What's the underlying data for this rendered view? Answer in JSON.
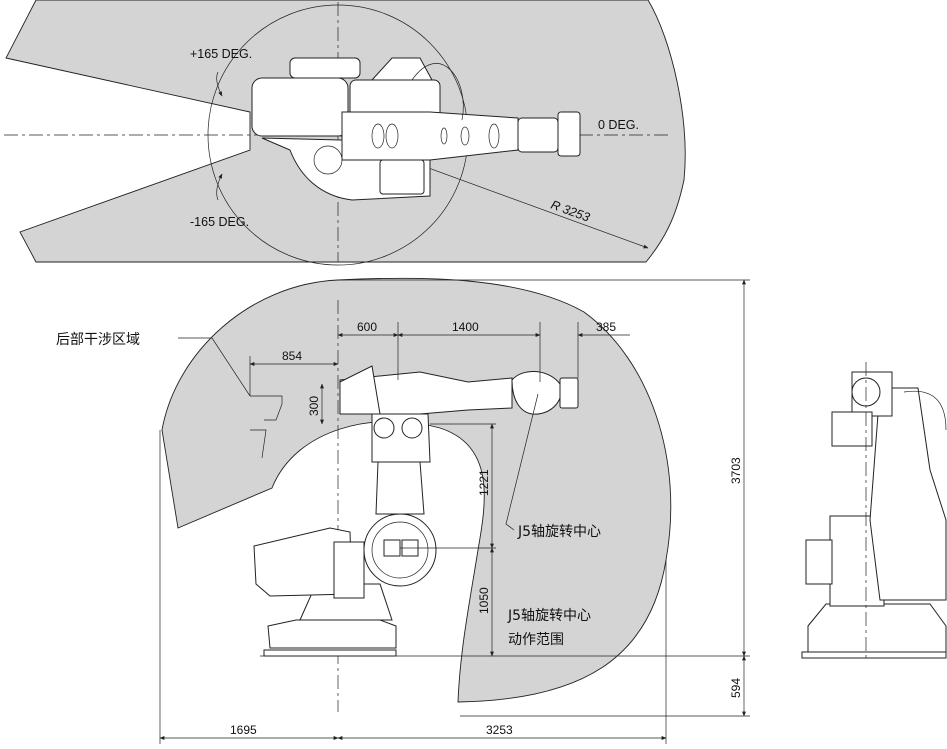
{
  "top_view": {
    "angle_positive": "+165 DEG.",
    "angle_negative": "-165 DEG.",
    "angle_zero": "0 DEG.",
    "radius": "R 3253"
  },
  "side_view": {
    "rear_interference_label": "后部干涉区域",
    "j5_center_label": "J5轴旋转中心",
    "j5_range_line1": "J5轴旋转中心",
    "j5_range_line2": "动作范围",
    "dimensions": {
      "d600": "600",
      "d1400": "1400",
      "d385": "385",
      "d854": "854",
      "d300": "300",
      "d1221": "1221",
      "d1050": "1050",
      "d3703": "3703",
      "d594": "594",
      "d1695": "1695",
      "d3253": "3253"
    }
  }
}
